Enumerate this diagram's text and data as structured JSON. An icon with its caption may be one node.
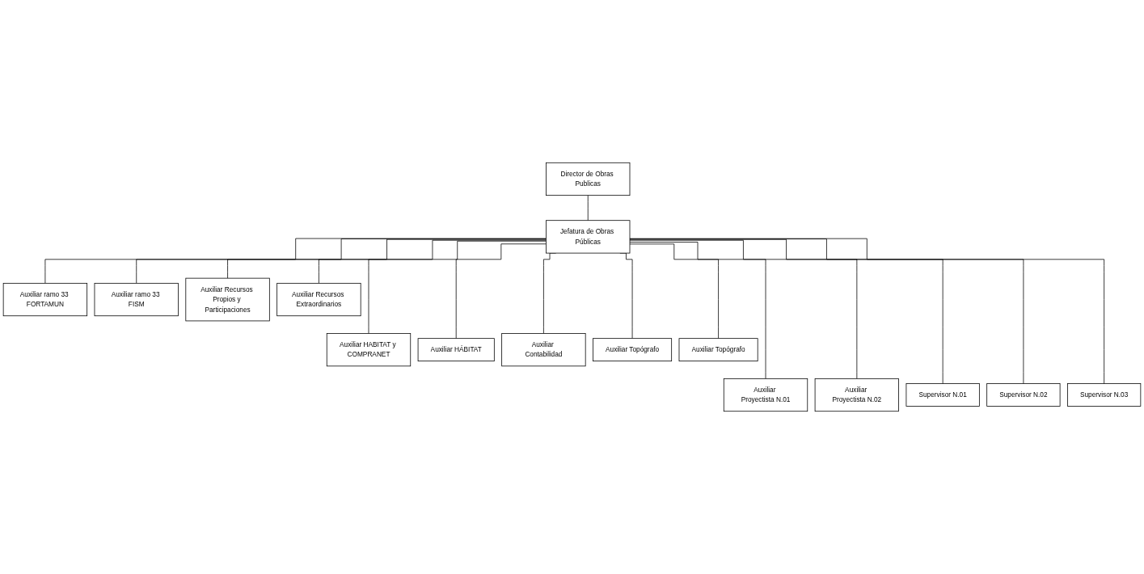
{
  "diagram": {
    "nodes": [
      {
        "text": [
          "Director de Obras Publicas"
        ]
      },
      {
        "text": [
          "Jefatura de Obras Públicas"
        ]
      },
      {
        "text": [
          "Auxiliar ramo 33 FORTAMUN"
        ]
      },
      {
        "text": [
          "Auxiliar ramo 33 FISM"
        ]
      },
      {
        "text": [
          "Auxiliar Recursos Propios y Participaciones"
        ]
      },
      {
        "text": [
          "Auxiliar Recursos Extraordinarios"
        ]
      },
      {
        "text": [
          "Auxiliar HABITAT y COMPRANET"
        ]
      },
      {
        "text": [
          "Auxiliar HÁBITAT"
        ]
      },
      {
        "text": [
          "Auxiliar Contabilidad"
        ]
      },
      {
        "text": [
          "Auxiliar Topógrafo"
        ]
      },
      {
        "text": [
          "Auxiliar Topógrafo"
        ]
      },
      {
        "text": [
          "Auxiliar Proyectista N.01"
        ]
      },
      {
        "text": [
          "Auxiliar Proyectista N.02"
        ]
      },
      {
        "text": [
          "Supervisor N.01"
        ]
      },
      {
        "text": [
          "Supervisor N.02"
        ]
      },
      {
        "text": [
          "Supervisor N.03"
        ]
      }
    ],
    "edges": [
      {
        "from": 0,
        "to": 1,
        "arrow": "none"
      },
      {
        "from": 1,
        "to": 2,
        "arrow": "none"
      },
      {
        "from": 1,
        "to": 3,
        "arrow": "none"
      },
      {
        "from": 1,
        "to": 4,
        "arrow": "none"
      },
      {
        "from": 1,
        "to": 5,
        "arrow": "none"
      },
      {
        "from": 1,
        "to": 6,
        "arrow": "none"
      },
      {
        "from": 1,
        "to": 7,
        "arrow": "none"
      },
      {
        "from": 1,
        "to": 8,
        "arrow": "none"
      },
      {
        "from": 1,
        "to": 9,
        "arrow": "none"
      },
      {
        "from": 1,
        "to": 10,
        "arrow": "none"
      },
      {
        "from": 1,
        "to": 11,
        "arrow": "none"
      },
      {
        "from": 1,
        "to": 12,
        "arrow": "none"
      },
      {
        "from": 1,
        "to": 13,
        "arrow": "none"
      },
      {
        "from": 1,
        "to": 14,
        "arrow": "none"
      },
      {
        "from": 1,
        "to": 15,
        "arrow": "none"
      }
    ]
  }
}
